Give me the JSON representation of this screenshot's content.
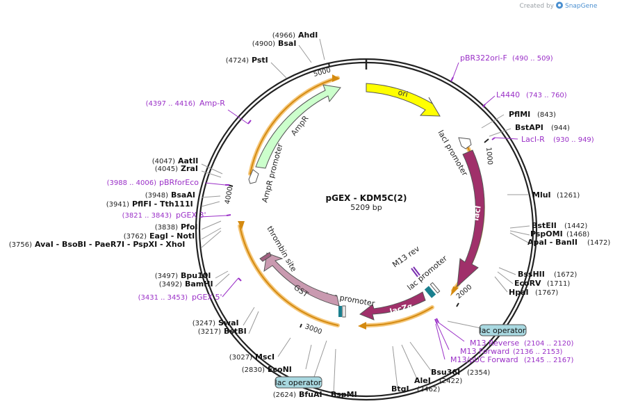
{
  "credit": {
    "created_by": "Created by",
    "brand": "SnapGene"
  },
  "center": {
    "title": "pGEX - KDM5C(2)",
    "subtitle": "5209 bp"
  },
  "ticks": [
    "1000",
    "2000",
    "3000",
    "4000",
    "5000"
  ],
  "features": {
    "ori": "ori",
    "lacI": "lacI",
    "lacI_promoter": "lacI promoter",
    "lacZa": "lacZα",
    "lac_promoter": "lac promoter",
    "tac_promoter": "tac promoter",
    "GST": "GST",
    "thrombin_site": "thrombin site",
    "AmpR": "AmpR",
    "AmpR_promoter": "AmpR promoter",
    "M13_rev": "M13 rev"
  },
  "sites": {
    "ahdi": {
      "pos": "(4966)",
      "name": "AhdI"
    },
    "bsai": {
      "pos": "(4900)",
      "name": "BsaI"
    },
    "psti": {
      "pos": "(4724)",
      "name": "PstI"
    },
    "aatii": {
      "pos": "(4047)",
      "name": "AatII"
    },
    "zrai": {
      "pos": "(4045)",
      "name": "ZraI"
    },
    "bsaai": {
      "pos": "(3948)",
      "name": "BsaAI"
    },
    "pflfi": {
      "pos": "(3941)",
      "name": "PflFI  - Tth111I"
    },
    "pfoi": {
      "pos": "(3838)",
      "name": "PfoI"
    },
    "eagi": {
      "pos": "(3762)",
      "name": "EagI  - NotI"
    },
    "avai": {
      "pos": "(3756)",
      "name": "AvaI  - BsoBI  - PaeR7I  - PspXI  - XhoI"
    },
    "bpu10i": {
      "pos": "(3497)",
      "name": "Bpu10I"
    },
    "bamhi": {
      "pos": "(3492)",
      "name": "BamHI"
    },
    "swai": {
      "pos": "(3247)",
      "name": "SwaI"
    },
    "bstbi": {
      "pos": "(3217)",
      "name": "BstBI"
    },
    "msci": {
      "pos": "(3027)",
      "name": "MscI"
    },
    "econi": {
      "pos": "(2830)",
      "name": "EcoNI"
    },
    "bfuai": {
      "pos": "(2624)",
      "name": "BfuAI  - BspMI"
    },
    "btgi": {
      "pos": "(2462)",
      "name": "BtgI"
    },
    "alei": {
      "pos": "(2422)",
      "name": "AleI"
    },
    "bsu36i": {
      "pos": "(2354)",
      "name": "Bsu36I"
    },
    "pflmi": {
      "pos": "(843)",
      "name": "PflMI"
    },
    "bstapi": {
      "pos": "(944)",
      "name": "BstAPI"
    },
    "mlui": {
      "pos": "(1261)",
      "name": "MluI"
    },
    "bsteii": {
      "pos": "(1442)",
      "name": "BstEII"
    },
    "pspomi": {
      "pos": "(1468)",
      "name": "PspOMI"
    },
    "apai": {
      "pos": "(1472)",
      "name": "ApaI  - BanII"
    },
    "bsshii": {
      "pos": "(1672)",
      "name": "BssHII"
    },
    "ecorv": {
      "pos": "(1711)",
      "name": "EcoRV"
    },
    "hpai": {
      "pos": "(1767)",
      "name": "HpaI"
    }
  },
  "primers": {
    "pbr322ori": {
      "name": "pBR322ori-F",
      "pos": "(490 .. 509)"
    },
    "l4440": {
      "name": "L4440",
      "pos": "(743 .. 760)"
    },
    "laci_r": {
      "name": "LacI-R",
      "pos": "(930 .. 949)"
    },
    "ampr": {
      "name": "Amp-R",
      "pos": "(4397 .. 4416)"
    },
    "pbrforeco": {
      "name": "pBRforEco",
      "pos": "(3988 .. 4006)"
    },
    "pgex3": {
      "name": "pGEX 3'",
      "pos": "(3821 .. 3843)"
    },
    "pgex5": {
      "name": "pGEX 5'",
      "pos": "(3431 .. 3453)"
    },
    "m13rev": {
      "name": "M13 Reverse",
      "pos": "(2104 .. 2120)"
    },
    "m13fwd": {
      "name": "M13 Forward",
      "pos": "(2136 .. 2153)"
    },
    "m13puc": {
      "name": "M13/pUC Forward",
      "pos": "(2145 .. 2167)"
    }
  },
  "boxes": {
    "lac_operator_right": "lac operator",
    "lac_operator_bottom": "lac operator"
  },
  "colors": {
    "backbone": "#222222",
    "orf_arc": "#f0a020",
    "ori": "#ffff00",
    "lacI": "#a0306a",
    "gst": "#c99ab0",
    "ampr": "#ccffcc",
    "primer": "#9a2fc7",
    "operator_box": "#a8d8e0"
  }
}
